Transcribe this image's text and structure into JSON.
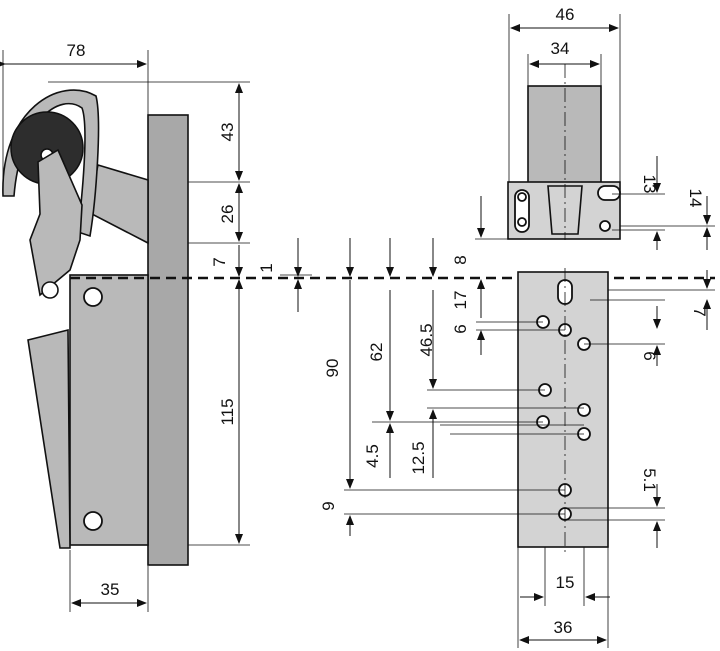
{
  "colors": {
    "line": "#111111",
    "body_fill": "#b9b9b9",
    "frame_fill": "#a8a8a8",
    "plate_fill": "#d3d3d3",
    "background": "#ffffff"
  },
  "dimensions": {
    "w78": "78",
    "h43": "43",
    "h26": "26",
    "h7": "7",
    "h1": "1",
    "h115": "115",
    "w35": "35",
    "w46": "46",
    "w34": "34",
    "h13": "13",
    "h14": "14",
    "h8": "8",
    "h17": "17",
    "h6a": "6",
    "h90": "90",
    "h62": "62",
    "h46_5": "46.5",
    "h4_5": "4.5",
    "h12_5": "12.5",
    "h9": "9",
    "h7b": "7",
    "h6b": "6",
    "h5_1": "5.1",
    "w15": "15",
    "w36": "36"
  }
}
